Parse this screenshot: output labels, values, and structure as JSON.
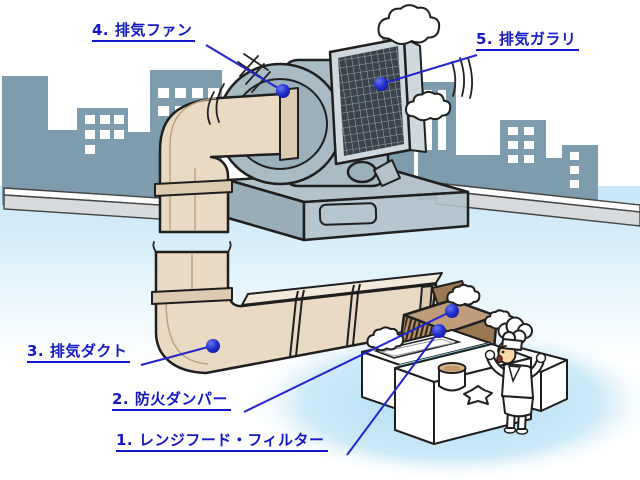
{
  "labels": [
    {
      "id": "range-hood-filter",
      "text": "1. レンジフード・フィルター"
    },
    {
      "id": "fire-damper",
      "text": "2. 防火ダンパー"
    },
    {
      "id": "exhaust-duct",
      "text": "3. 排気ダクト"
    },
    {
      "id": "exhaust-fan",
      "text": "4. 排気ファン"
    },
    {
      "id": "exhaust-louver",
      "text": "5. 排気ガラリ"
    }
  ],
  "colors": {
    "accent": "#2525cc",
    "label_text": "#1418c8",
    "building": "#7d9cad",
    "duct": "#ead9c3",
    "duct_shade": "#ddcbb1",
    "duct_top": "#f3e9da",
    "fan_body": "#a9bcc6",
    "fan_face": "#9cb0bc",
    "fan_base": "#b3c2cb",
    "fan_base_dark": "#9aaeb9",
    "louver_grid": "#3a434b",
    "hood_top": "#c09c7b",
    "hood_front": "#b4906a",
    "hood_side": "#9c7850",
    "sky_glow": "#c7e6f7",
    "kitchen_glow": "#aeddf5",
    "chef_hair": "#e8a33f",
    "chef_skin": "#fbd7a3",
    "pot": "#dcba8d",
    "counter": "#ffffff",
    "outline": "#1f1f1f"
  }
}
